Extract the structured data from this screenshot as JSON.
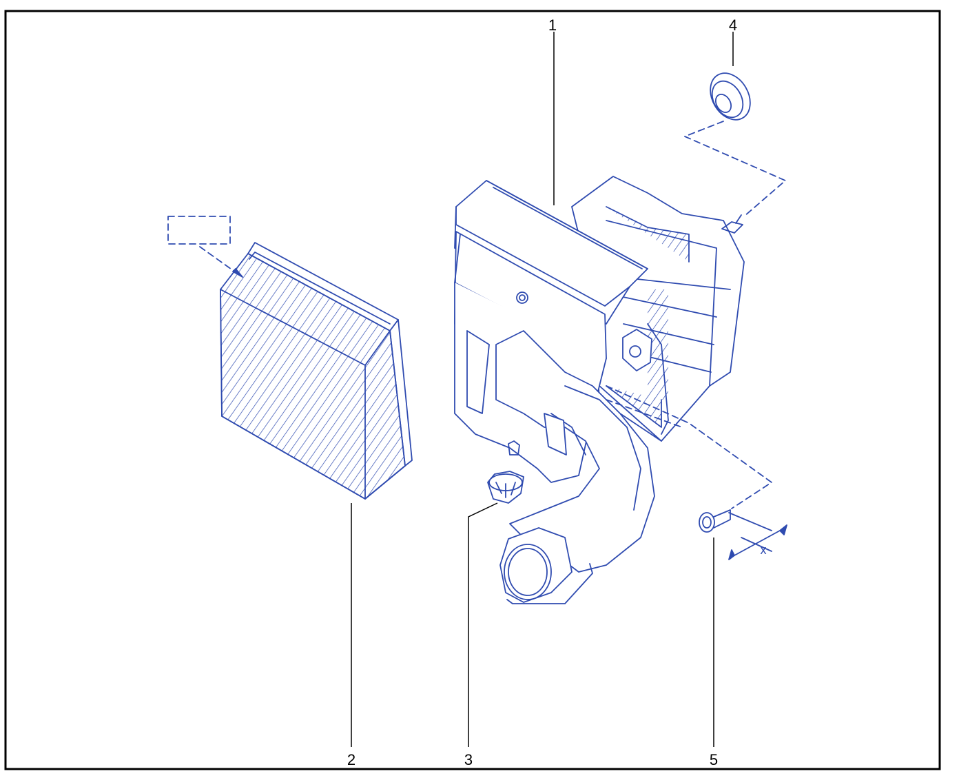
{
  "diagram": {
    "stroke_color": "#2f4bb0",
    "border_color": "#000000",
    "callouts": [
      {
        "id": "callout-1",
        "label": "1"
      },
      {
        "id": "callout-2",
        "label": "2"
      },
      {
        "id": "callout-3",
        "label": "3"
      },
      {
        "id": "callout-4",
        "label": "4"
      },
      {
        "id": "callout-5",
        "label": "5"
      }
    ],
    "dimension_label": "x",
    "parts": [
      {
        "id": "air-cleaner-housing",
        "callout": "1"
      },
      {
        "id": "air-filter-element",
        "callout": "2"
      },
      {
        "id": "grommet-lower",
        "callout": "3"
      },
      {
        "id": "grommet-upper",
        "callout": "4"
      },
      {
        "id": "bolt",
        "callout": "5"
      }
    ]
  }
}
